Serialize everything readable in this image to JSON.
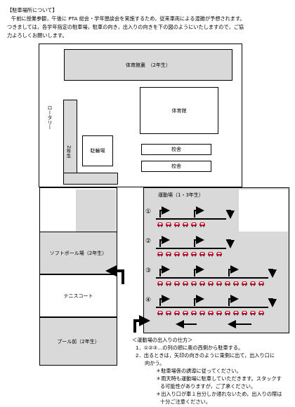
{
  "header": {
    "title": "【駐車場所について】",
    "line1": "午前に授業参観，午後に PTA 総会・学年懇談会を実施するため，従来車両による混雑が予想されます。",
    "line2": "つきましては，各学年指定の駐車場，駐車の向き，出入りの向きを下の図のようにいたしますので，ご協",
    "line3": "力よろしくお願いします。"
  },
  "map": {
    "gym_back": "体育館裏　（2年生）",
    "gym": "体育館",
    "rotary": "ロータリー",
    "rotary_grade": "2年生",
    "bicycle": "駐輪場",
    "school1": "校舎",
    "school2": "校舎",
    "ground": "運動場（1・3年生）",
    "softball": "ソフトボール場（2年生）",
    "tennis": "テニスコート",
    "pool": "プール前（2年生）",
    "rows": [
      "①",
      "②",
      "③",
      "④"
    ]
  },
  "instructions": {
    "title": "＜運動場の出入りの仕方＞",
    "item1": "1．①②③…の列の順に奥の西側から駐車する。",
    "item2a": "2．出るときは，矢印の向きのように東側に出て，出入り口に",
    "item2b": "向かう。",
    "note1": "＊駐車場係の誘導に従ってください。",
    "note2a": "＊雨天時も運動場に駐車していただきます。スタックす",
    "note2b": "る可能性がありますが，ご了承ください。",
    "note3a": "＊出入り口が車１台分しか通れないため，出入りの際は",
    "note3b": "十分ご注意ください。"
  },
  "colors": {
    "area_gray": "#d9d9d9",
    "car": "#c8102e"
  }
}
